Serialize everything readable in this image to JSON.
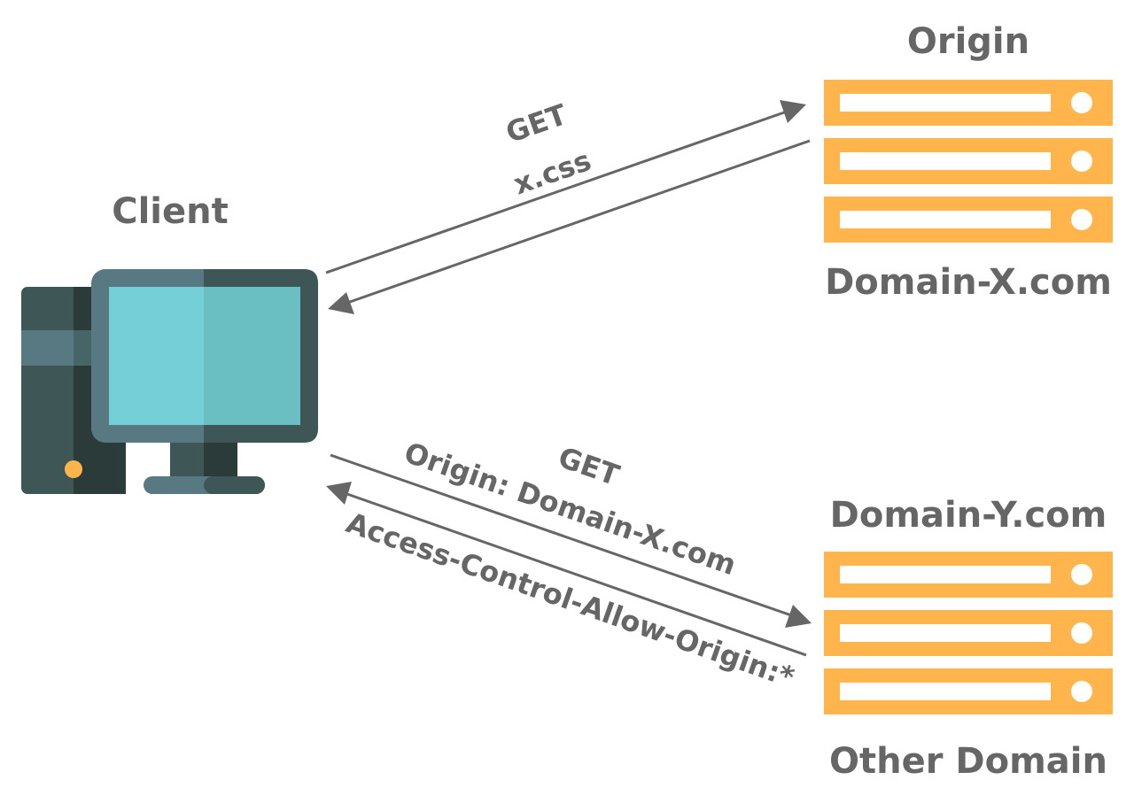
{
  "labels": {
    "client": "Client",
    "origin_title": "Origin",
    "origin_domain": "Domain-X.com",
    "other_domain_name": "Domain-Y.com",
    "other_domain_title": "Other Domain"
  },
  "messages": {
    "origin_request_method": "GET",
    "origin_request_resource": "x.css",
    "cross_request_method": "GET",
    "cross_request_header": "Origin: Domain-X.com",
    "cross_response_header": "Access-Control-Allow-Origin:*"
  },
  "colors": {
    "server_rack": "#ffb54c",
    "label_gray": "#666666",
    "screen_light": "#74cfd6",
    "screen_dark": "#69bfc2",
    "case_dark": "#3e5655",
    "case_darker": "#2a3b3a",
    "bezel": "#587982",
    "power_led": "#ffb54c"
  },
  "icons": {
    "client": "desktop-computer-icon",
    "origin_server": "server-rack-icon",
    "other_server": "server-rack-icon"
  }
}
